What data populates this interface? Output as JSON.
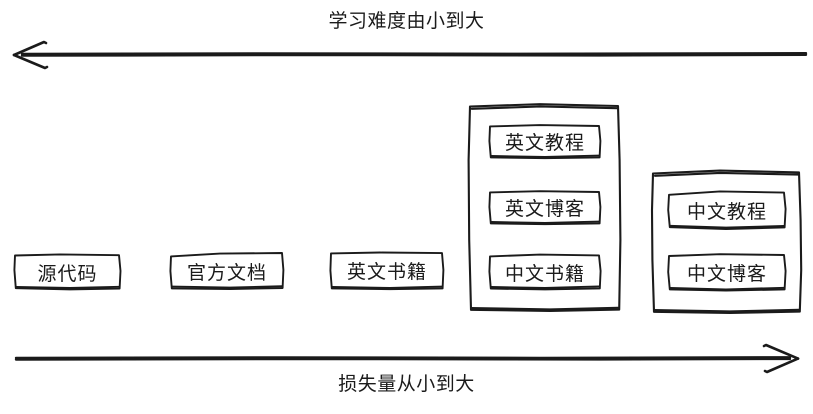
{
  "diagram": {
    "title_top": "学习难度由小到大",
    "title_bottom": "损失量从小到大",
    "top_axis": {
      "caption": "学习难度由小到大",
      "direction": "left",
      "arrow_icon": "arrow-left-icon"
    },
    "bottom_axis": {
      "caption": "损失量从小到大",
      "direction": "right",
      "arrow_icon": "arrow-right-icon"
    },
    "nodes": [
      {
        "label": "源代码"
      },
      {
        "label": "官方文档"
      },
      {
        "label": "英文书籍"
      }
    ],
    "groups": [
      {
        "name": "group-english-mixed",
        "items": [
          {
            "label": "英文教程"
          },
          {
            "label": "英文博客"
          },
          {
            "label": "中文书籍"
          }
        ]
      },
      {
        "name": "group-chinese",
        "items": [
          {
            "label": "中文教程"
          },
          {
            "label": "中文博客"
          }
        ]
      }
    ],
    "colors": {
      "stroke": "#1b1b1b",
      "background": "#ffffff",
      "text": "#1b1b1b"
    }
  }
}
